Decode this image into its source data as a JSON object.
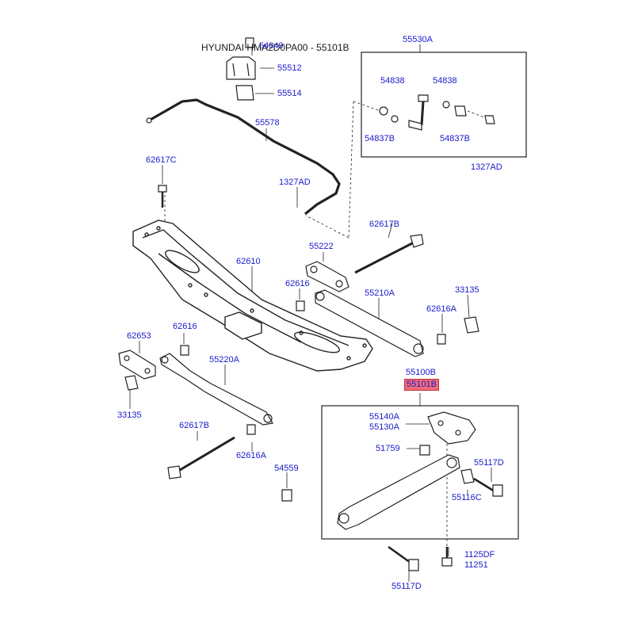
{
  "title": "HYUNDAI HMA2D0PA00 - 55101B",
  "highlight_color": "#f06a7a",
  "label_color": "#1a1acc",
  "labels": {
    "p54849": "54849",
    "p55512": "55512",
    "p55514": "55514",
    "p55578": "55578",
    "p62617C": "62617C",
    "p1327AD_a": "1327AD",
    "p55530A": "55530A",
    "p54838_a": "54838",
    "p54838_b": "54838",
    "p54837B_a": "54837B",
    "p54837B_b": "54837B",
    "p1327AD_b": "1327AD",
    "p62617B_a": "62617B",
    "p55222": "55222",
    "p62610": "62610",
    "p62616_a": "62616",
    "p55210A": "55210A",
    "p33135_a": "33135",
    "p62616A_a": "62616A",
    "p62653": "62653",
    "p62616_b": "62616",
    "p55220A": "55220A",
    "p33135_b": "33135",
    "p55100B": "55100B",
    "p55101B": "55101B",
    "p55140A": "55140A",
    "p55130A": "55130A",
    "p51759": "51759",
    "p55117D_a": "55117D",
    "p62617B_b": "62617B",
    "p62616A_b": "62616A",
    "p54559": "54559",
    "p55116C": "55116C",
    "p1125DF": "1125DF",
    "p11251": "11251",
    "p55117D_b": "55117D"
  }
}
